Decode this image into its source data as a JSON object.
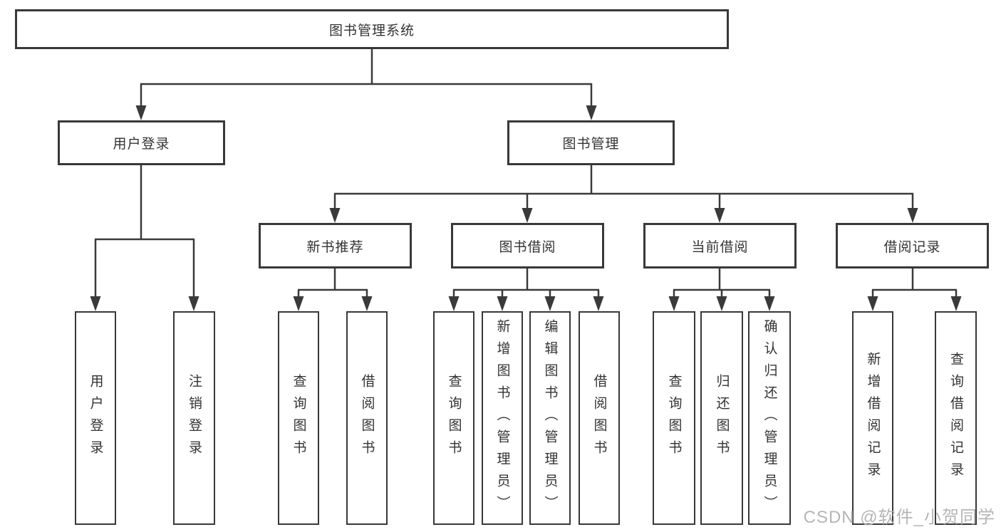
{
  "tree": {
    "root": "图书管理系统",
    "branches": [
      {
        "label": "用户登录",
        "children": [
          "用户登录",
          "注销登录"
        ]
      },
      {
        "label": "图书管理",
        "groups": [
          {
            "label": "新书推荐",
            "children": [
              "查询图书",
              "借阅图书"
            ]
          },
          {
            "label": "图书借阅",
            "children": [
              "查询图书",
              "新增图书（管理员）",
              "编辑图书（管理员）",
              "借阅图书"
            ]
          },
          {
            "label": "当前借阅",
            "children": [
              "查询图书",
              "归还图书",
              "确认归还（管理员）"
            ]
          },
          {
            "label": "借阅记录",
            "children": [
              "新增借阅记录",
              "查询借阅记录"
            ]
          }
        ]
      }
    ]
  },
  "watermark": "CSDN @软件_小贺同学",
  "colors": {
    "line": "#3a3a3a",
    "box_border": "#383838",
    "text": "#333333",
    "watermark": "#b5b5b5",
    "background": "#ffffff"
  }
}
